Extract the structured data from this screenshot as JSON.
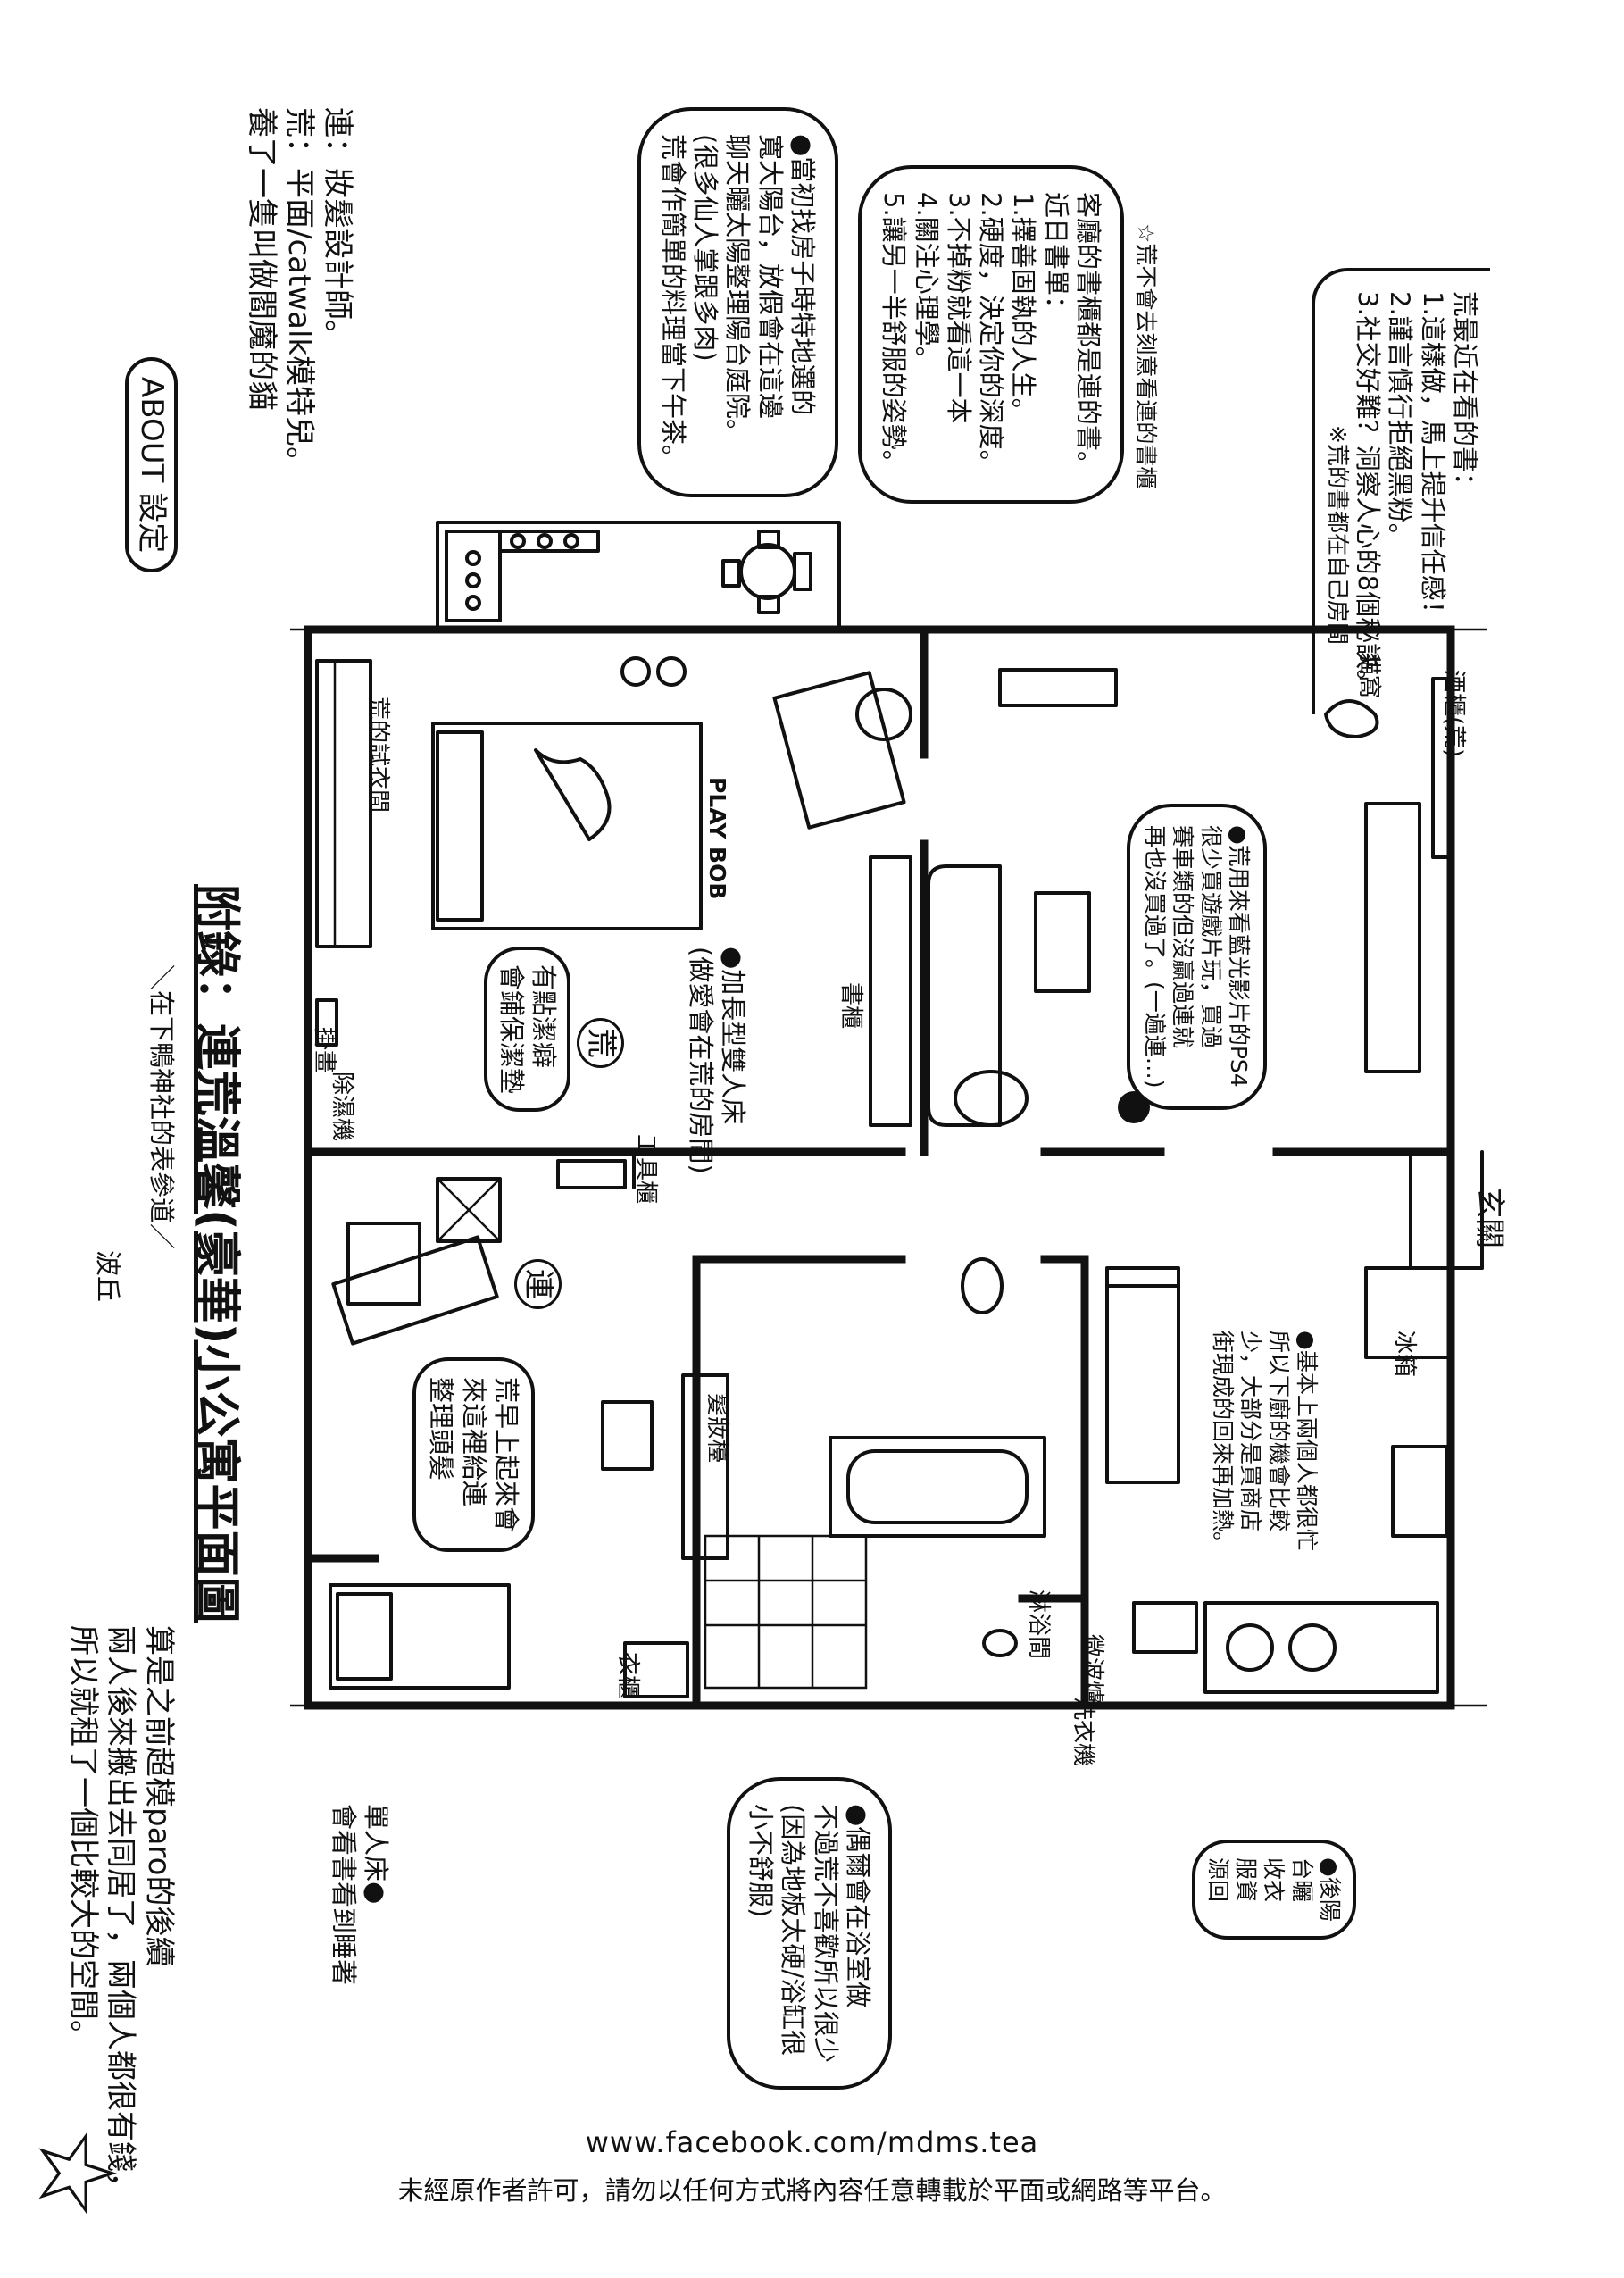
{
  "title": "附錄：連荒溫馨(豪華)小公寓平面圖",
  "subtitle": "＼在下鴨神社的表參道／",
  "header_stamp": "ABOUT 設定",
  "signature_badge": "波丘",
  "intro": [
    "算是之前超模paro的後續",
    "兩人後來搬出去同居了，兩個人都很有錢，",
    "所以就租了一個比較大的空間。"
  ],
  "profiles": [
    "連：妝髮設計師。",
    "荒：平面/catwalk模特兒。",
    "養了一隻叫做閻魔的貓"
  ],
  "notes": {
    "balcony": [
      "●當初找房子時特地選的",
      "寬大陽台，放假會在這邊",
      "聊天曬太陽整理陽台庭院。",
      "(很多仙人掌跟多肉)",
      "荒會作簡單的料理當下午茶。"
    ],
    "bookshelf": [
      "客廳的書櫃都是連的書。",
      "近日書單：",
      "1.擇善固執的人生。",
      "2.硬度，決定你的深度。",
      "3.不掉粉就看這一本",
      "4.關注心理學。",
      "5.讓另一半舒服的姿勢。"
    ],
    "bookshelf_footnote": "☆荒不會去刻意看連的書櫃",
    "reading": [
      "荒最近在看的書：",
      "1.這樣做，馬上提升信任感！",
      "2.謹言慎行拒絕黑粉。",
      "3.社交好難？洞察人心的8個秘訣。"
    ],
    "reading_footnote": "※荒的書都在自己房間",
    "clean": [
      "有點潔癖",
      "會鋪保潔墊"
    ],
    "double_bed": [
      "●加長型雙人床",
      "(做愛會在荒的房間)"
    ],
    "ps4": [
      "●荒用來看藍光影片的PS4",
      "很少買遊戲片玩，買過",
      "賽車類的但沒贏過連就",
      "再也沒買過了。(一遍連…)"
    ],
    "hair": [
      "荒早上起來會",
      "來這裡給連",
      "整理頭髮"
    ],
    "single_bed": [
      "單人床●",
      "會看書看到睡著"
    ],
    "bath": [
      "●偶爾會在浴室做",
      "不過荒不喜歡所以很少",
      "(因為地板太硬/浴缸很",
      "小不舒服)"
    ],
    "kitchen": [
      "●基本上兩個人都很忙",
      "所以下廚的機會比較",
      "少，大部分是買商店",
      "街現成的回來再加熱。"
    ],
    "laundry": [
      "●後陽",
      "台曬",
      "收衣",
      "服資",
      "源回"
    ]
  },
  "labels": {
    "rens_fitting_room": "荒的試衣間",
    "painting": "掛畫",
    "dehumidifier": "除濕機",
    "tool_cabinet": "工具櫃",
    "bookshelf": "書櫃",
    "cat_nest": "貓窩",
    "wine_cabinet": "酒櫃(荒)",
    "entrance": "玄關",
    "fridge": "冰箱",
    "vanity": "髮妝檯",
    "wardrobe": "衣櫃",
    "shower": "淋浴間",
    "microwave": "微波爐",
    "washer": "洗衣機",
    "bed_text": "PLAY BOB",
    "ara_mark": "荒",
    "ren_mark": "連"
  },
  "footer": {
    "url": "www.facebook.com/mdms.tea",
    "copyright": "未經原作者許可，請勿以任何方式將內容任意轉載於平面或網路等平台。"
  }
}
